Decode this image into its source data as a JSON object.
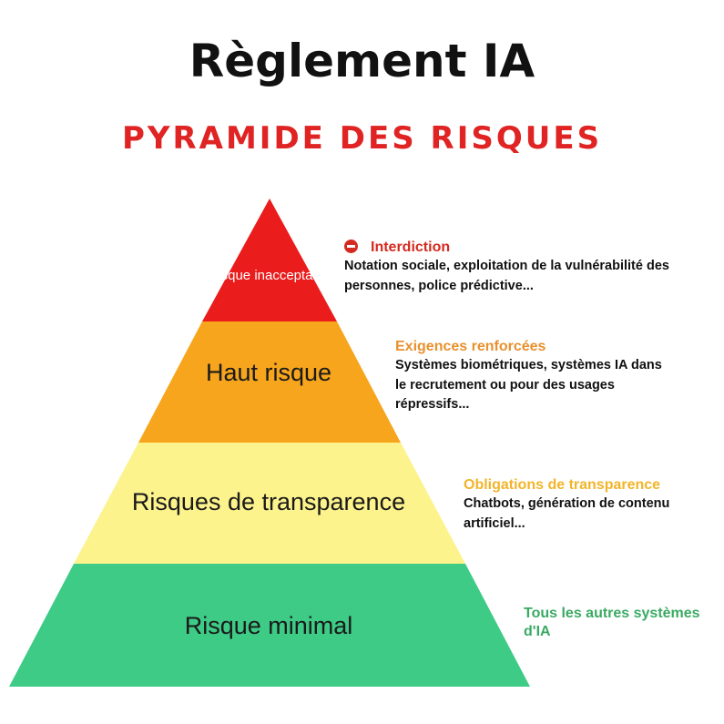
{
  "header": {
    "title": "Règlement IA",
    "subtitle": "PYRAMIDE DES RISQUES"
  },
  "pyramid": {
    "tiers": [
      {
        "label": "Risque inacceptable",
        "color": "#ea1c1c"
      },
      {
        "label": "Haut risque",
        "color": "#f7a51c"
      },
      {
        "label": "Risques de transparence",
        "color": "#fcf38c"
      },
      {
        "label": "Risque minimal",
        "color": "#3dcb86"
      }
    ]
  },
  "notes": [
    {
      "icon": "stop-icon",
      "heading": "Interdiction",
      "heading_color": "#d42a1f",
      "description": "Notation sociale, exploitation de la vulnérabilité des personnes, police prédictive..."
    },
    {
      "heading": "Exigences renforcées",
      "heading_color": "#e8912d",
      "description": "Systèmes biométriques, systèmes IA dans le recrutement ou pour des usages répressifs..."
    },
    {
      "heading": "Obligations de transparence",
      "heading_color": "#f2b42a",
      "description": "Chatbots, génération de contenu artificiel..."
    },
    {
      "heading": "Tous les autres systèmes d'IA",
      "heading_color": "#3aaa63",
      "description": ""
    }
  ],
  "colors": {
    "subtitle": "#e02323",
    "title": "#111111"
  }
}
